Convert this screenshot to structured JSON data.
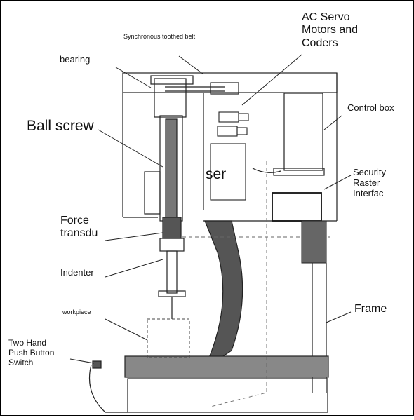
{
  "labels": {
    "belt": "Synchronous toothed belt",
    "servo": "AC Servo\nMotors and\nCoders",
    "bearing": "bearing",
    "control_box": "Control box",
    "ball_screw": "Ball screw",
    "ser": "ser",
    "security": "Security\nRaster\nInterfac",
    "force": "Force\ntransdu",
    "indenter": "Indenter",
    "frame": "Frame",
    "workpiece": "workpiece",
    "two_hand": "Two Hand\nPush Button\nSwitch"
  }
}
